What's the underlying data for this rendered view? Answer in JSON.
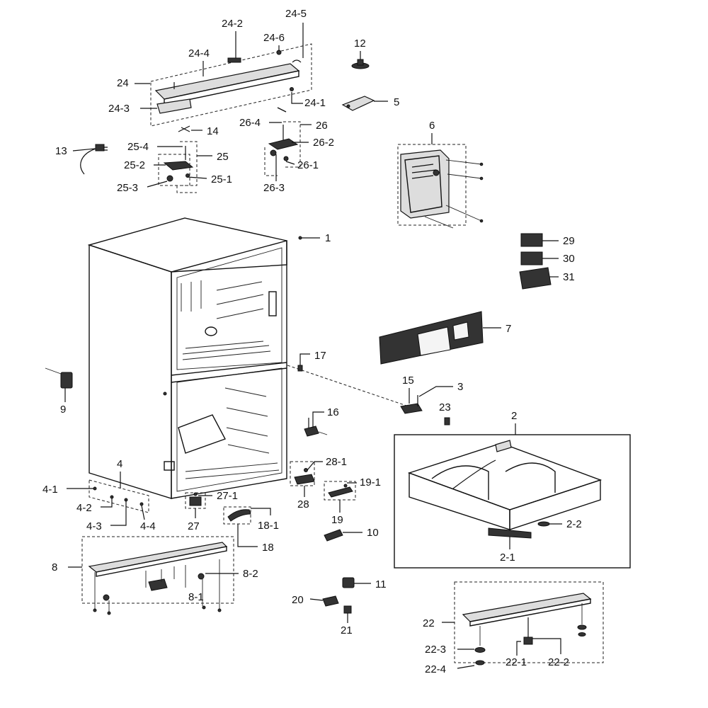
{
  "labels": {
    "l1": "1",
    "l2": "2",
    "l2_1": "2-1",
    "l2_2": "2-2",
    "l3": "3",
    "l4": "4",
    "l4_1": "4-1",
    "l4_2": "4-2",
    "l4_3": "4-3",
    "l4_4": "4-4",
    "l5": "5",
    "l6": "6",
    "l7": "7",
    "l8": "8",
    "l8_1": "8-1",
    "l8_2": "8-2",
    "l9": "9",
    "l10": "10",
    "l11": "11",
    "l12": "12",
    "l13": "13",
    "l14": "14",
    "l15": "15",
    "l16": "16",
    "l17": "17",
    "l18": "18",
    "l18_1": "18-1",
    "l19": "19",
    "l19_1": "19-1",
    "l20": "20",
    "l21": "21",
    "l22": "22",
    "l22_1": "22-1",
    "l22_2": "22-2",
    "l22_3": "22-3",
    "l22_4": "22-4",
    "l23": "23",
    "l24": "24",
    "l24_1": "24-1",
    "l24_2": "24-2",
    "l24_3": "24-3",
    "l24_4": "24-4",
    "l24_5": "24-5",
    "l24_6": "24-6",
    "l25": "25",
    "l25_1": "25-1",
    "l25_2": "25-2",
    "l25_3": "25-3",
    "l25_4": "25-4",
    "l26": "26",
    "l26_1": "26-1",
    "l26_3": "26-3",
    "l26_2": "26-2",
    "l26_4": "26-4",
    "l27": "27",
    "l27_1": "27-1",
    "l28": "28",
    "l28_1": "28-1",
    "l29": "29",
    "l30": "30",
    "l31": "31"
  }
}
